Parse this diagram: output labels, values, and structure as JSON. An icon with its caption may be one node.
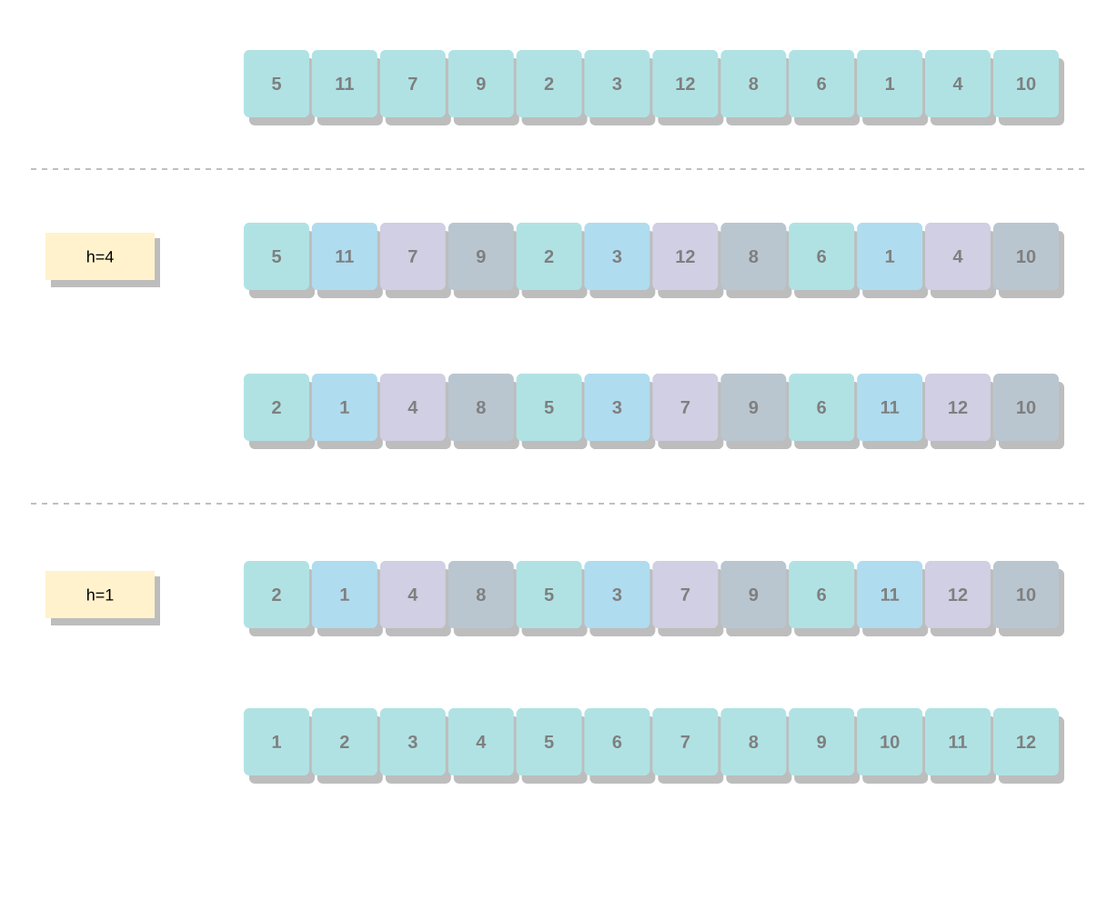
{
  "diagram": {
    "nodes": [
      {
        "text": [
          "5"
        ]
      },
      {
        "text": [
          "11"
        ]
      },
      {
        "text": [
          "7"
        ]
      },
      {
        "text": [
          "9"
        ]
      },
      {
        "text": [
          "2"
        ]
      },
      {
        "text": [
          "3"
        ]
      },
      {
        "text": [
          "12"
        ]
      },
      {
        "text": [
          "8"
        ]
      },
      {
        "text": [
          "6"
        ]
      },
      {
        "text": [
          "1"
        ]
      },
      {
        "text": [
          "4"
        ]
      },
      {
        "text": [
          "10"
        ]
      },
      {
        "text": [
          "h=4"
        ]
      },
      {
        "text": [
          "5"
        ]
      },
      {
        "text": [
          "11"
        ]
      },
      {
        "text": [
          "7"
        ]
      },
      {
        "text": [
          "9"
        ]
      },
      {
        "text": [
          "2"
        ]
      },
      {
        "text": [
          "3"
        ]
      },
      {
        "text": [
          "12"
        ]
      },
      {
        "text": [
          "8"
        ]
      },
      {
        "text": [
          "6"
        ]
      },
      {
        "text": [
          "1"
        ]
      },
      {
        "text": [
          "4"
        ]
      },
      {
        "text": [
          "10"
        ]
      },
      {
        "text": [
          "2"
        ]
      },
      {
        "text": [
          "1"
        ]
      },
      {
        "text": [
          "4"
        ]
      },
      {
        "text": [
          "8"
        ]
      },
      {
        "text": [
          "5"
        ]
      },
      {
        "text": [
          "3"
        ]
      },
      {
        "text": [
          "7"
        ]
      },
      {
        "text": [
          "9"
        ]
      },
      {
        "text": [
          "6"
        ]
      },
      {
        "text": [
          "11"
        ]
      },
      {
        "text": [
          "12"
        ]
      },
      {
        "text": [
          "10"
        ]
      },
      {
        "text": [
          "h=1"
        ]
      },
      {
        "text": [
          "2"
        ]
      },
      {
        "text": [
          "1"
        ]
      },
      {
        "text": [
          "4"
        ]
      },
      {
        "text": [
          "8"
        ]
      },
      {
        "text": [
          "5"
        ]
      },
      {
        "text": [
          "3"
        ]
      },
      {
        "text": [
          "7"
        ]
      },
      {
        "text": [
          "9"
        ]
      },
      {
        "text": [
          "6"
        ]
      },
      {
        "text": [
          "11"
        ]
      },
      {
        "text": [
          "12"
        ]
      },
      {
        "text": [
          "10"
        ]
      },
      {
        "text": [
          "1"
        ]
      },
      {
        "text": [
          "2"
        ]
      },
      {
        "text": [
          "3"
        ]
      },
      {
        "text": [
          "4"
        ]
      },
      {
        "text": [
          "5"
        ]
      },
      {
        "text": [
          "6"
        ]
      },
      {
        "text": [
          "7"
        ]
      },
      {
        "text": [
          "8"
        ]
      },
      {
        "text": [
          "9"
        ]
      },
      {
        "text": [
          "10"
        ]
      },
      {
        "text": [
          "11"
        ]
      },
      {
        "text": [
          "12"
        ]
      }
    ]
  }
}
